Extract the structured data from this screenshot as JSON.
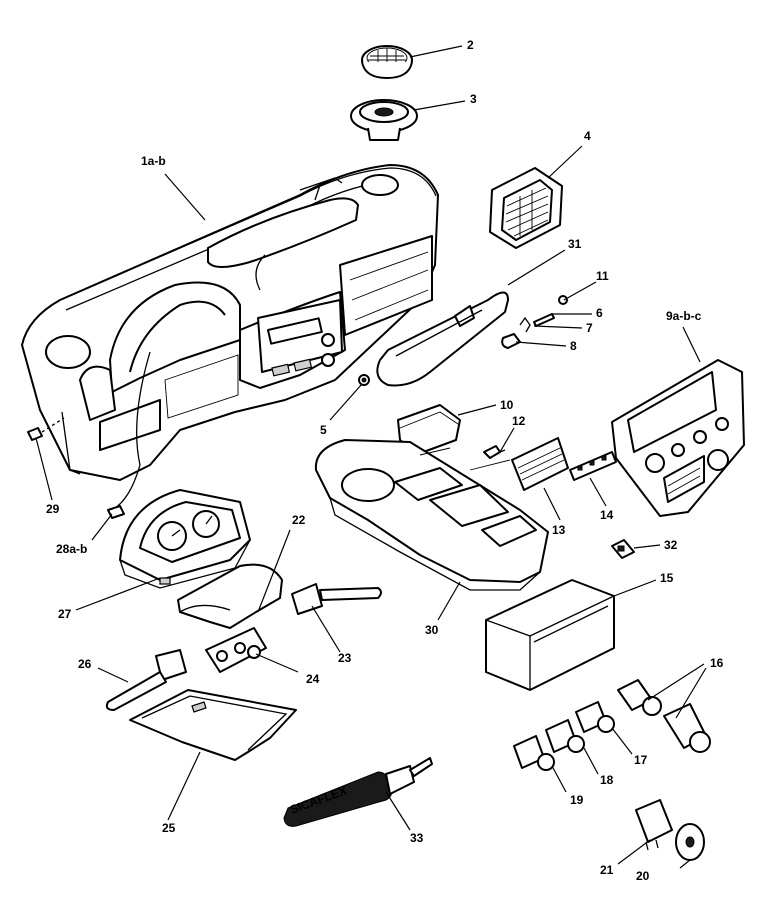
{
  "callouts": {
    "c1": "1a-b",
    "c2": "2",
    "c3": "3",
    "c4": "4",
    "c5": "5",
    "c6": "6",
    "c7": "7",
    "c8": "8",
    "c9": "9a-b-c",
    "c10": "10",
    "c11": "11",
    "c12": "12",
    "c13": "13",
    "c14": "14",
    "c15": "15",
    "c16": "16",
    "c17": "17",
    "c18": "18",
    "c19": "19",
    "c20": "20",
    "c21": "21",
    "c22": "22",
    "c23": "23",
    "c24": "24",
    "c25": "25",
    "c26": "26",
    "c27": "27",
    "c28": "28a-b",
    "c29": "29",
    "c30": "30",
    "c31": "31",
    "c32": "32",
    "c33": "33"
  },
  "sealant_tube_text": "SICAFLEX"
}
